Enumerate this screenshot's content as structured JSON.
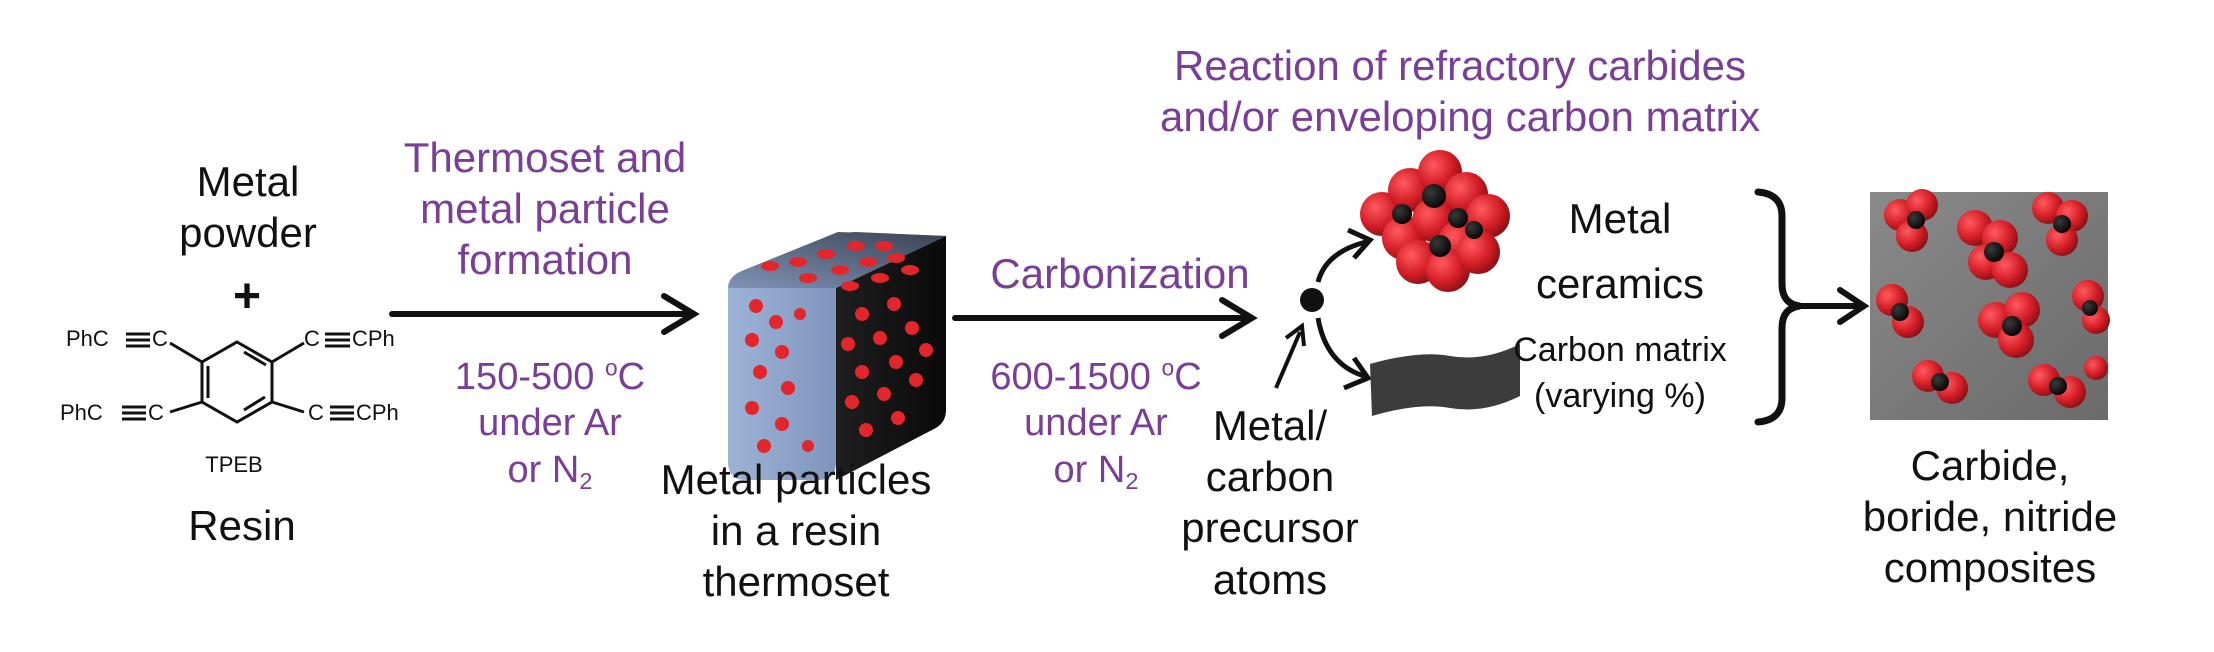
{
  "colors": {
    "purple": "#7a3d98",
    "black": "#111111",
    "particle_red": "#e3262c"
  },
  "left": {
    "line1": "Metal",
    "line2": "powder",
    "plus": "+",
    "molecule": {
      "tl": "PhC",
      "tr": "C",
      "tr2": "CPh",
      "ml": "C",
      "bl": "PhC",
      "bc": "C",
      "br": "C",
      "br2": "CPh",
      "tlc": "C",
      "label": "TPEB"
    },
    "resin": "Resin"
  },
  "step1": {
    "title1": "Thermoset and",
    "title2": "metal particle",
    "title3": "formation",
    "temp": "150-500 ",
    "temp_sup": "o",
    "temp_unit": "C",
    "under": "under Ar",
    "or": "or N",
    "or_sub": "2"
  },
  "thermoset": {
    "line1": "Metal particles",
    "line2": "in a resin",
    "line3": "thermoset"
  },
  "step2": {
    "title": "Carbonization",
    "temp": "600-1500 ",
    "temp_sup": "o",
    "temp_unit": "C",
    "under": "under Ar",
    "or": "or N",
    "or_sub": "2"
  },
  "precursor": {
    "line1": "Metal/",
    "line2": "carbon",
    "line3": "precursor",
    "line4": "atoms"
  },
  "reaction": {
    "line1": "Reaction of refractory carbides",
    "line2": "and/or enveloping carbon matrix"
  },
  "products": {
    "metal1": "Metal",
    "metal2": "ceramics",
    "carbon1": "Carbon matrix",
    "carbon2": "(varying %)"
  },
  "result": {
    "line1": "Carbide,",
    "line2": "boride, nitride",
    "line3": "composites"
  }
}
